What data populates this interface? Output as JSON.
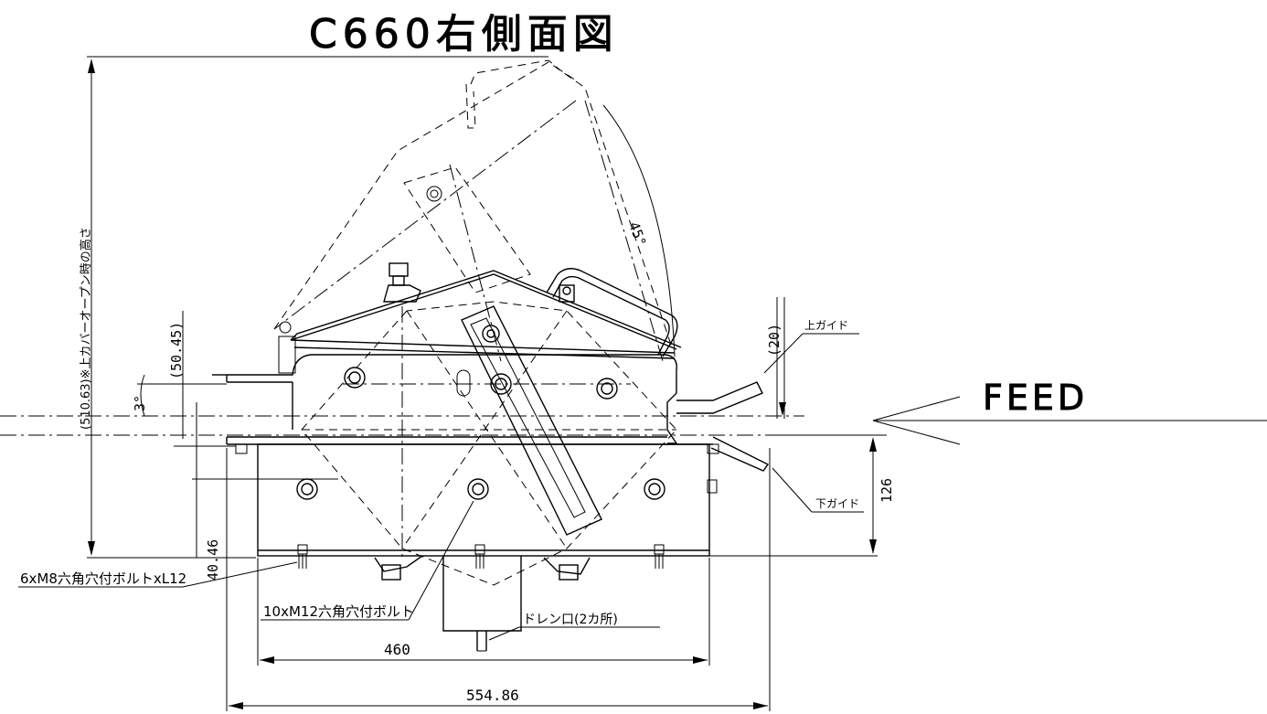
{
  "title": "C660右側面図",
  "labels": {
    "feed": "FEED",
    "upper_guide": "上ガイド",
    "lower_guide": "下ガイド",
    "bolt_m8": "6xM8六角穴付ボルトxL12",
    "bolt_m12": "10xM12六角穴付ボルト",
    "drain": "ドレン口(2カ所)",
    "open_height": "(510.63)※上カバーオープン時の高さ"
  },
  "dimensions": {
    "angle": "45°",
    "angle_small": "3°",
    "d_20": "(20)",
    "d_50_45": "(50.45)",
    "d_126": "126",
    "d_40_46": "40.46",
    "d_460": "460",
    "d_554_86": "554.86"
  },
  "colors": {
    "line": "#000000",
    "background": "#ffffff"
  }
}
